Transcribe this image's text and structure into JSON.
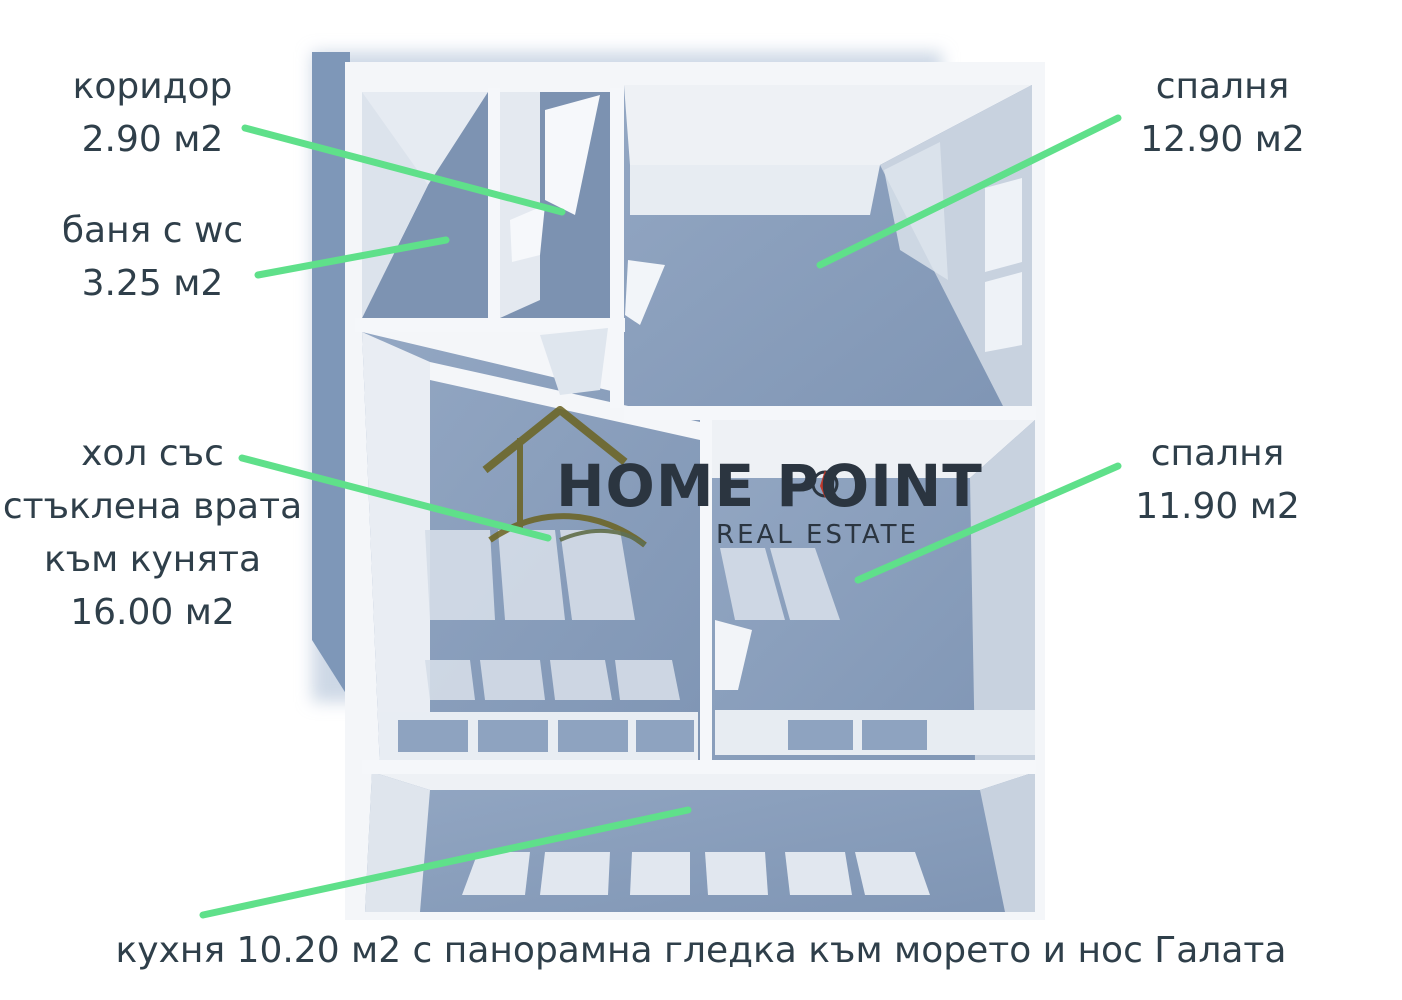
{
  "brand": {
    "name": "HOME POINT",
    "tagline": "REAL ESTATE"
  },
  "colors": {
    "pointer": "#5fe08a",
    "text": "#2f3f4a",
    "floor": "#8fa3bf",
    "wall": "#f3f5f8",
    "logo_gold": "#6b6320"
  },
  "rooms": {
    "corridor": {
      "name": "коридор",
      "area": "2.90 м2"
    },
    "bathroom": {
      "name": "баня с wc",
      "area": "3.25 м2"
    },
    "living": {
      "line1": "хол със",
      "line2": "стъклена врата",
      "line3": "към кунята",
      "area": "16.00 м2"
    },
    "bedroom1": {
      "name": "спалня",
      "area": "12.90 м2"
    },
    "bedroom2": {
      "name": "спалня",
      "area": "11.90 м2"
    },
    "kitchen": {
      "label": "кухня 10.20 м2 с панорамна гледка към морето и нос Галата"
    }
  }
}
